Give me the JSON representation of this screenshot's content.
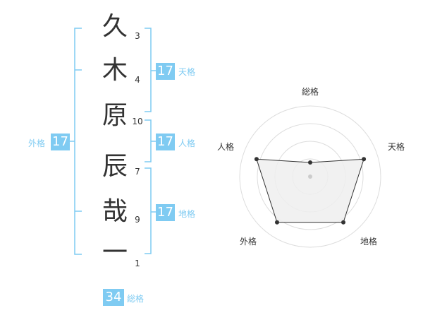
{
  "colors": {
    "accent": "#7fcbf2",
    "text": "#333333",
    "radar_fill": "#eeeeee",
    "radar_ring": "#dddddd"
  },
  "name_chars": [
    {
      "char": "久",
      "strokes": "3"
    },
    {
      "char": "木",
      "strokes": "4"
    },
    {
      "char": "原",
      "strokes": "10"
    },
    {
      "char": "辰",
      "strokes": "7"
    },
    {
      "char": "哉",
      "strokes": "9"
    },
    {
      "char": "一",
      "strokes": "1"
    }
  ],
  "fortunes": {
    "tenkaku": {
      "label": "天格",
      "value": "17"
    },
    "jinkaku": {
      "label": "人格",
      "value": "17"
    },
    "chikaku": {
      "label": "地格",
      "value": "17"
    },
    "gaikaku": {
      "label": "外格",
      "value": "17"
    },
    "soukaku": {
      "label": "総格",
      "value": "34"
    }
  },
  "radar": {
    "axes": [
      "総格",
      "天格",
      "地格",
      "外格",
      "人格"
    ],
    "levels": 4,
    "values": [
      1,
      4,
      4,
      4,
      4
    ],
    "max": 5
  }
}
